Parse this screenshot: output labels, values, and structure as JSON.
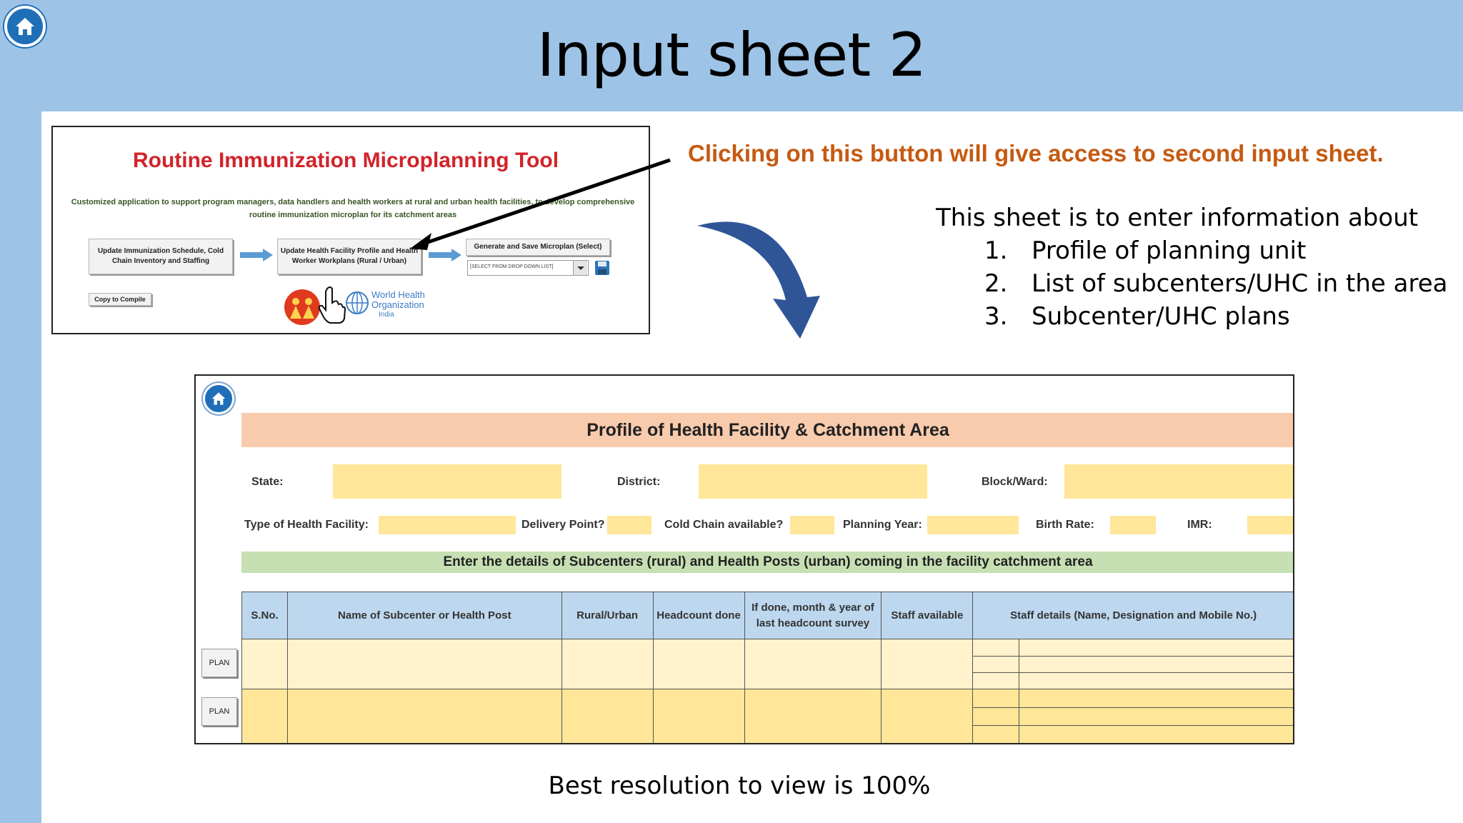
{
  "slide": {
    "title": "Input sheet 2",
    "callout": "Clicking on this button will give access to second input sheet.",
    "info_intro": "This sheet is to enter information about",
    "info_items": [
      {
        "num": "1.",
        "text": "Profile of planning unit"
      },
      {
        "num": "2.",
        "text": "List of subcenters/UHC in the area"
      },
      {
        "num": "3.",
        "text": "Subcenter/UHC plans"
      }
    ],
    "footer": "Best resolution to view is 100%"
  },
  "tool": {
    "title": "Routine Immunization Microplanning Tool",
    "description": "Customized application to support program managers, data handlers and health workers at rural and urban health facilities, to develop comprehensive routine immunization microplan for its catchment areas",
    "btn_schedule": "Update Immunization Schedule, Cold Chain Inventory and Staffing",
    "btn_profile": "Update Health Facility Profile and Health Worker Workplans (Rural / Urban)",
    "btn_generate": "Generate and Save Microplan (Select)",
    "btn_copy": "Copy to Compile",
    "dropdown_value": "[SELECT FROM DROP DOWN LIST]",
    "who_name_line1": "World Health",
    "who_name_line2": "Organization",
    "who_country": "India"
  },
  "form": {
    "header": "Profile of Health Facility & Catchment Area",
    "labels": {
      "state": "State:",
      "district": "District:",
      "block": "Block/Ward:",
      "facility_type": "Type of Health Facility:",
      "delivery_point": "Delivery Point?",
      "cold_chain": "Cold Chain available?",
      "planning_year": "Planning Year:",
      "birth_rate": "Birth Rate:",
      "imr": "IMR:"
    },
    "subcenters_banner": "Enter the details of Subcenters (rural) and Health Posts (urban) coming in the facility catchment area",
    "columns": [
      "S.No.",
      "Name of Subcenter or Health Post",
      "Rural/Urban",
      "Headcount done",
      "If done, month & year of last headcount survey",
      "Staff available",
      "Staff details (Name, Designation and Mobile No.)"
    ],
    "plan_label": "PLAN"
  },
  "colors": {
    "slide_bg": "#9dc3e6",
    "tool_title": "#d2232a",
    "callout": "#c55a11",
    "header_fill": "#f8cbad",
    "input_fill": "#ffe699",
    "banner_fill": "#c6e0b4",
    "column_header_fill": "#bdd7ee"
  }
}
